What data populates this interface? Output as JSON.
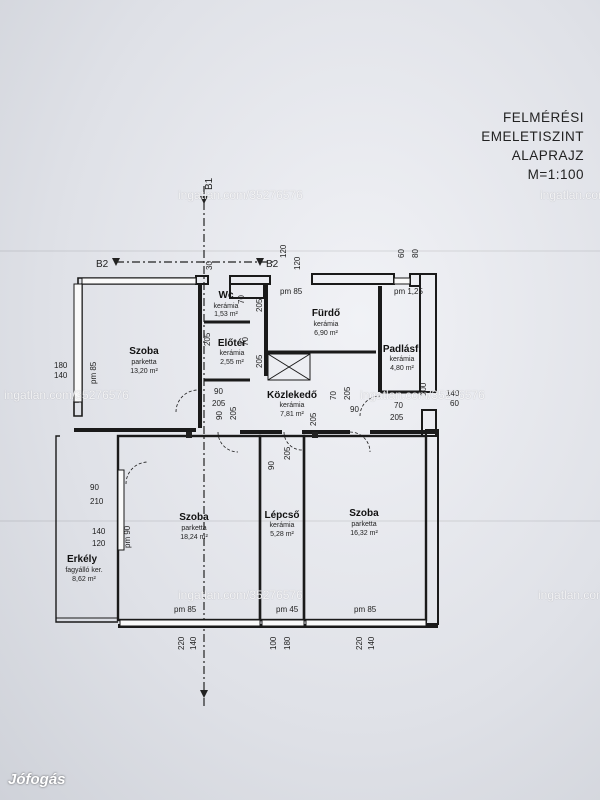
{
  "title": {
    "line1": "FELMÉRÉSI",
    "line2": "EMELETISZINT",
    "line3": "ALAPRAJZ",
    "line4": "M=1:100"
  },
  "watermark": "ingatlan.com/35276576",
  "logo": "Jófogás",
  "sections": {
    "b1": "B1",
    "b2_left": "B2",
    "b2_right": "B2"
  },
  "rooms": {
    "wc": {
      "name": "Wc",
      "material": "kerámia",
      "area": "1,53 m²"
    },
    "eloter": {
      "name": "Előtér",
      "material": "kerámia",
      "area": "2,55 m²"
    },
    "furdo": {
      "name": "Fürdő",
      "material": "kerámia",
      "area": "6,90 m²"
    },
    "padlasf": {
      "name": "Padlásf.",
      "material": "kerámia",
      "area": "4,80 m²"
    },
    "szoba1": {
      "name": "Szoba",
      "material": "parketta",
      "area": "13,20 m²"
    },
    "kozlekedo": {
      "name": "Közlekedő",
      "material": "kerámia",
      "area": "7,81 m²"
    },
    "szoba2": {
      "name": "Szoba",
      "material": "parketta",
      "area": "18,24 m²"
    },
    "lepcso": {
      "name": "Lépcső",
      "material": "kerámia",
      "area": "5,28 m²"
    },
    "szoba3": {
      "name": "Szoba",
      "material": "parketta",
      "area": "16,32 m²"
    },
    "erkely": {
      "name": "Erkély",
      "material": "fagyálló ker.",
      "area": "8,62 m²"
    }
  },
  "dims": {
    "d120a": "120",
    "d30a": "30",
    "d120b": "120",
    "d60": "60",
    "d80": "80",
    "pm85a": "pm 85",
    "pm125": "pm 1,25",
    "d70a": "70",
    "d205a": "205",
    "d205b": "205",
    "d70b": "70",
    "d205c": "205",
    "d180": "180",
    "d140a": "140",
    "pm85b": "pm 85",
    "d90a": "90",
    "d205d": "205",
    "d90b": "90",
    "d205e": "205",
    "d70c": "70",
    "d205f": "205",
    "d205g": "205",
    "d90c": "90",
    "d70d": "70",
    "d205h": "205",
    "d100": "100",
    "d140b": "140",
    "d60b": "60",
    "d90d": "90",
    "d205i": "205",
    "d90e": "90",
    "d210": "210",
    "d140c": "140",
    "d120c": "120",
    "pm90": "pm 90",
    "pm85c": "pm 85",
    "pm45": "pm 45",
    "pm85d": "pm 85",
    "d220a": "220",
    "d140d": "140",
    "d100b": "100",
    "d180b": "180",
    "d220b": "220",
    "d140e": "140"
  }
}
